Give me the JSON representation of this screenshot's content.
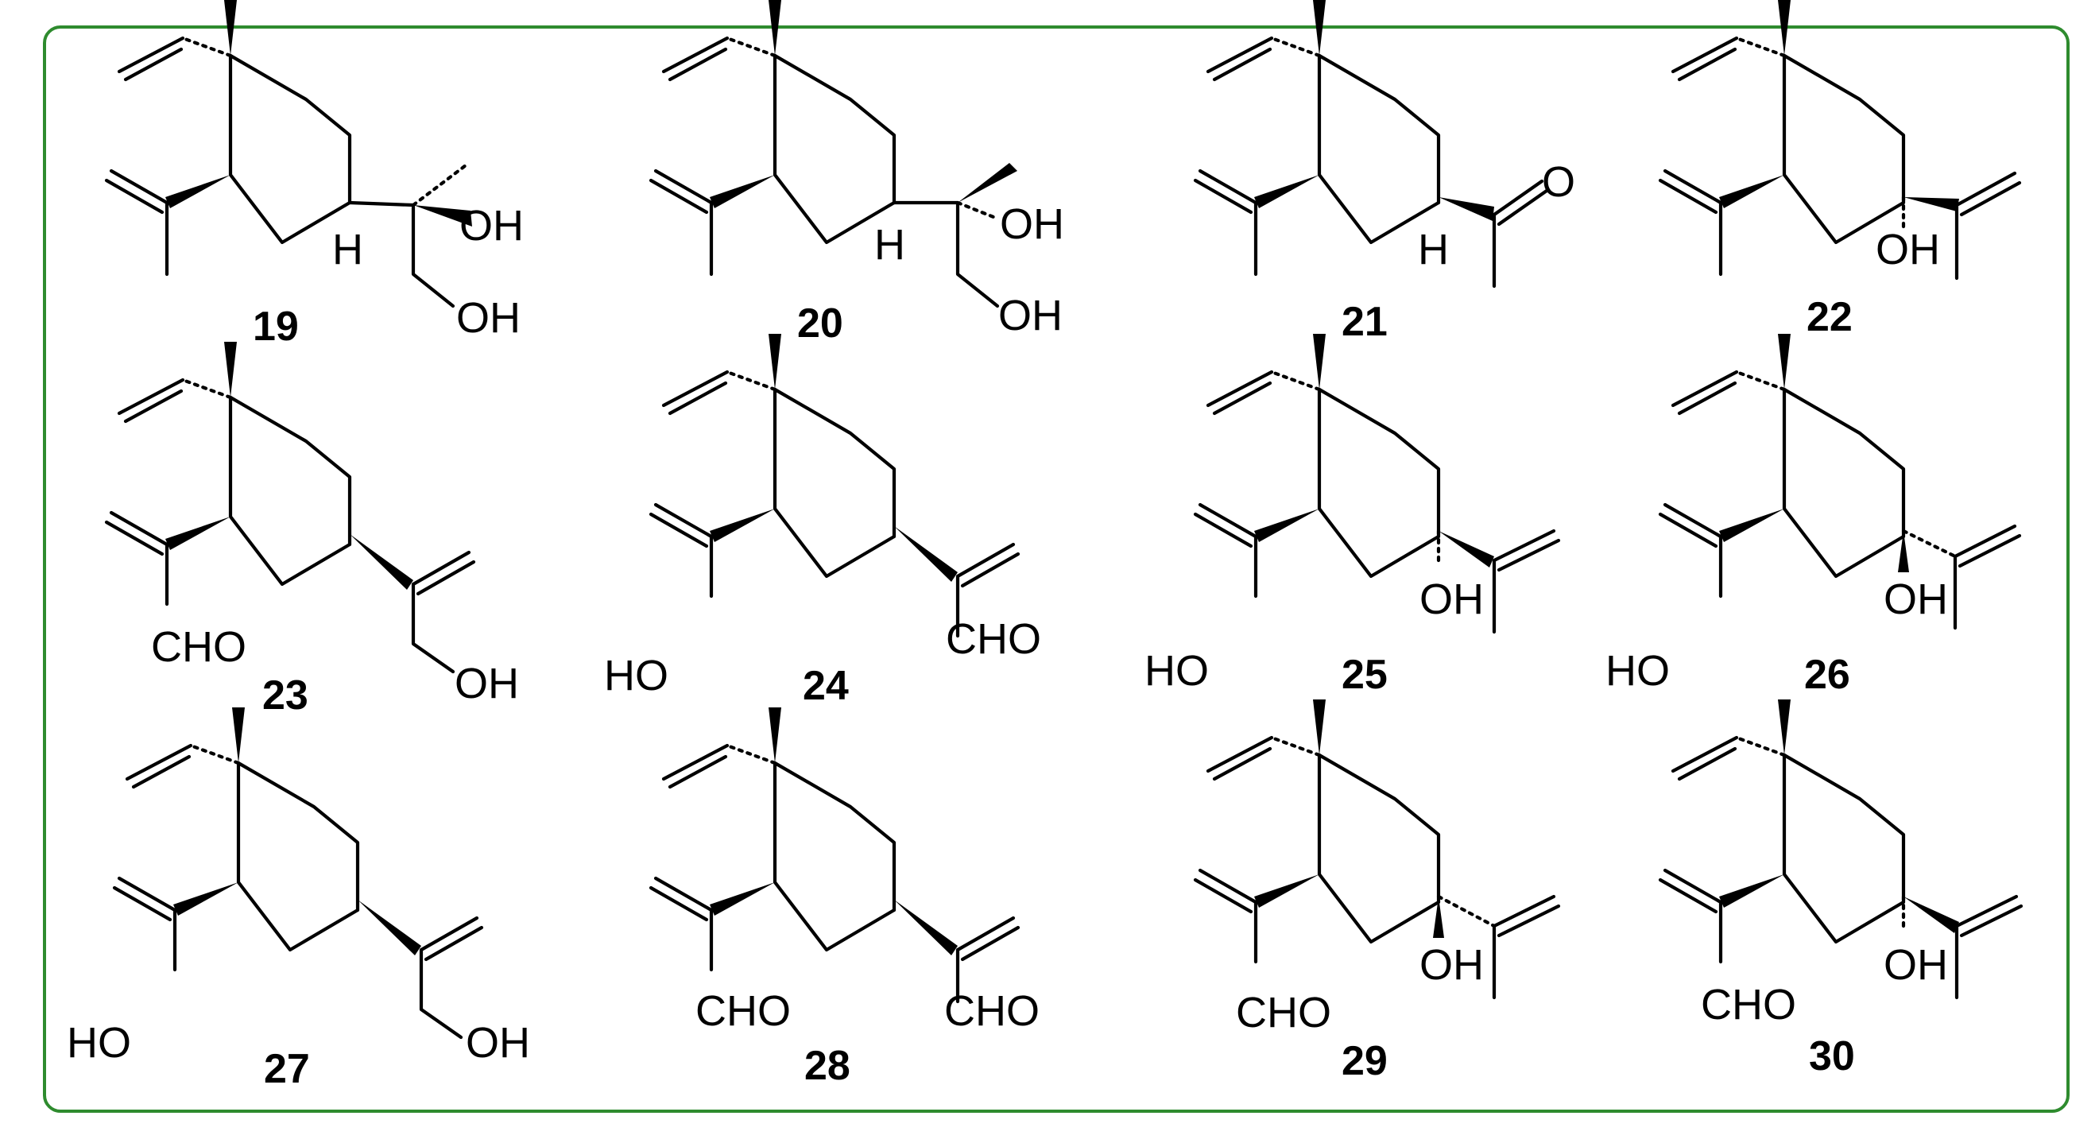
{
  "figure": {
    "border_color": "#2e8b2e",
    "compounds": [
      {
        "id": "19",
        "C1": "H",
        "C4": "OH",
        "side": "diol",
        "top": "OH",
        "bottom": "OH"
      },
      {
        "id": "20",
        "C1": "H",
        "C4": "OH",
        "side": "diol",
        "top": "OH",
        "bottom": "OH"
      },
      {
        "id": "21",
        "C1": "H",
        "side": "acetyl",
        "ketone": "O"
      },
      {
        "id": "22",
        "C1": "OH"
      },
      {
        "id": "23",
        "left": "CHO",
        "right": "OH"
      },
      {
        "id": "24",
        "left": "HO",
        "right": "CHO"
      },
      {
        "id": "25",
        "C1": "OH",
        "left": "HO"
      },
      {
        "id": "26",
        "C1": "OH",
        "left": "HO"
      },
      {
        "id": "27",
        "left": "HO",
        "right": "OH"
      },
      {
        "id": "28",
        "left": "CHO",
        "right": "CHO"
      },
      {
        "id": "29",
        "C1": "OH",
        "left": "CHO"
      },
      {
        "id": "30",
        "C1": "OH",
        "left": "CHO"
      }
    ]
  }
}
